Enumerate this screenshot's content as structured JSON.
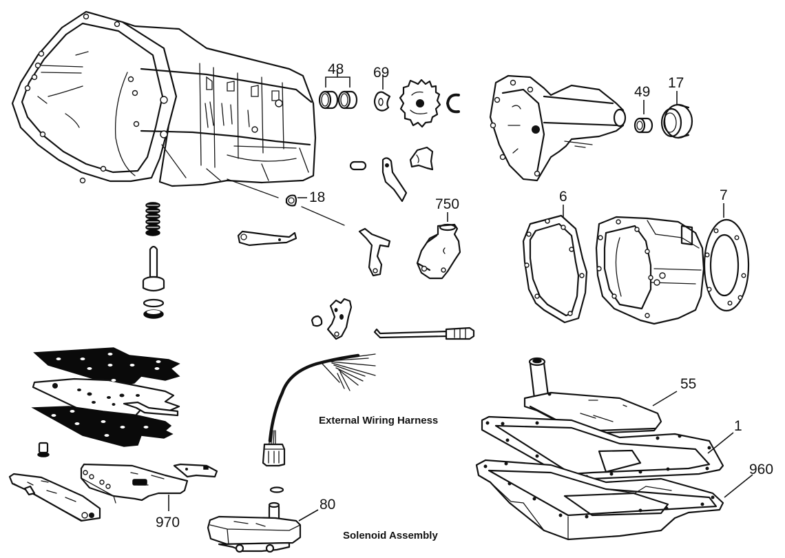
{
  "diagram": {
    "title": "Automatic transmission exploded parts view",
    "colors": {
      "ink": "#111111",
      "background": "#ffffff"
    },
    "callouts": [
      {
        "id": "48",
        "label": "48",
        "part": "bushings (pair)"
      },
      {
        "id": "69",
        "label": "69",
        "part": "retainer clip"
      },
      {
        "id": "49",
        "label": "49",
        "part": "bushing"
      },
      {
        "id": "17",
        "label": "17",
        "part": "rear seal"
      },
      {
        "id": "18",
        "label": "18",
        "part": "nut"
      },
      {
        "id": "750",
        "label": "750",
        "part": "neutral safety switch"
      },
      {
        "id": "6",
        "label": "6",
        "part": "extension housing gasket"
      },
      {
        "id": "7",
        "label": "7",
        "part": "adapter gasket"
      },
      {
        "id": "55",
        "label": "55",
        "part": "filter"
      },
      {
        "id": "1",
        "label": "1",
        "part": "pan gasket"
      },
      {
        "id": "960",
        "label": "960",
        "part": "oil pan"
      },
      {
        "id": "970",
        "label": "970",
        "part": "valve body"
      },
      {
        "id": "80",
        "label": "80",
        "part": "solenoid assembly"
      }
    ],
    "captions": {
      "harness": "External Wiring Harness",
      "solenoid": "Solenoid Assembly"
    }
  }
}
